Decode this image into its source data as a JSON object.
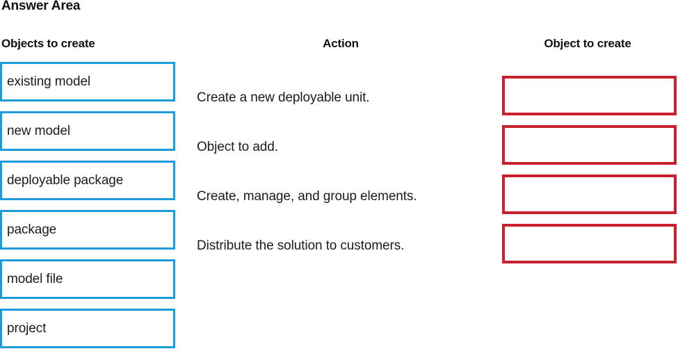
{
  "page": {
    "title": "Answer Area"
  },
  "headers": {
    "left": "Objects to create",
    "middle": "Action",
    "right": "Object to create"
  },
  "colors": {
    "option_border": "#1b9bd8",
    "answer_border": "#c8202e",
    "text": "#1b1b1b",
    "background": "#ffffff"
  },
  "options": [
    {
      "label": "existing model"
    },
    {
      "label": "new model"
    },
    {
      "label": "deployable package"
    },
    {
      "label": "package"
    },
    {
      "label": "model file"
    },
    {
      "label": "project"
    }
  ],
  "actions": [
    {
      "text": "Create a new deployable unit."
    },
    {
      "text": "Object to add."
    },
    {
      "text": "Create, manage, and group elements."
    },
    {
      "text": "Distribute the solution to customers."
    }
  ],
  "answers": [
    {
      "value": ""
    },
    {
      "value": ""
    },
    {
      "value": ""
    },
    {
      "value": ""
    }
  ]
}
